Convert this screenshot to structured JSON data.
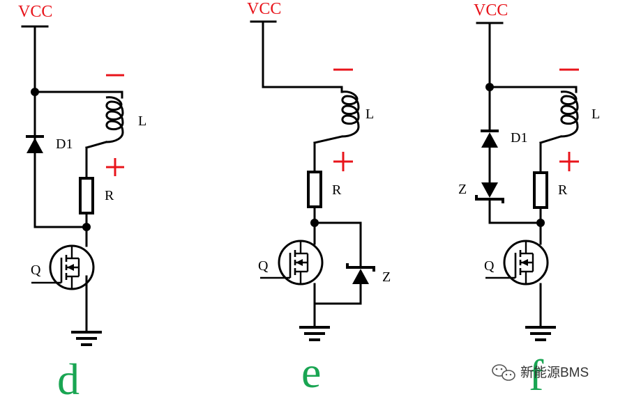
{
  "accent_color": "#e8141b",
  "label_color": "#19a552",
  "circuits": [
    {
      "id": "d",
      "title": "d",
      "supply": "VCC",
      "labels": {
        "inductor": "L",
        "resistor": "R",
        "transistor": "Q",
        "diode": "D1"
      },
      "polarity": {
        "top": "−",
        "bottom": "+"
      }
    },
    {
      "id": "e",
      "title": "e",
      "supply": "VCC",
      "labels": {
        "inductor": "L",
        "resistor": "R",
        "transistor": "Q",
        "zener": "Z"
      },
      "polarity": {
        "top": "−",
        "bottom": "+"
      }
    },
    {
      "id": "f",
      "title": "f",
      "supply": "VCC",
      "labels": {
        "inductor": "L",
        "resistor": "R",
        "transistor": "Q",
        "diode": "D1",
        "zener": "Z"
      },
      "polarity": {
        "top": "−",
        "bottom": "+"
      }
    }
  ],
  "watermark": {
    "icon": "wechat-icon",
    "text": "新能源BMS"
  }
}
